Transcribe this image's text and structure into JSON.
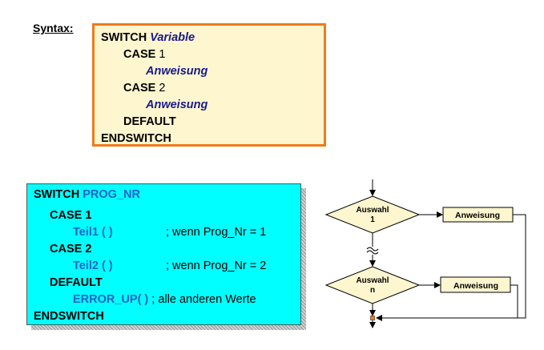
{
  "syntax": {
    "label": "Syntax:",
    "lines": {
      "switch_kw": "SWITCH",
      "switch_var": "Variable",
      "case1_kw": "CASE",
      "case1_val": "1",
      "stmt1": "Anweisung",
      "case2_kw": "CASE",
      "case2_val": "2",
      "stmt2": "Anweisung",
      "default_kw": "DEFAULT",
      "end_kw": "ENDSWITCH"
    }
  },
  "example": {
    "switch_kw": "SWITCH",
    "switch_var": "PROG_NR",
    "case1": "CASE 1",
    "call1": "Teil1 ( )",
    "comment1": "; wenn Prog_Nr = 1",
    "case2": "CASE 2",
    "call2": "Teil2 ( )",
    "comment2": "; wenn Prog_Nr = 2",
    "default_kw": "DEFAULT",
    "call3": "ERROR_UP( )",
    "comment3": "; alle anderen Werte",
    "end_kw": "ENDSWITCH"
  },
  "flowchart": {
    "decision1_line1": "Auswahl",
    "decision1_line2": "1",
    "action1": "Anweisung",
    "decision2_line1": "Auswahl",
    "decision2_line2": "n",
    "action2": "Anweisung",
    "colors": {
      "box_fill": "#fdf6cf",
      "stroke": "#000000",
      "merge_dot": "#f07a1a"
    }
  }
}
